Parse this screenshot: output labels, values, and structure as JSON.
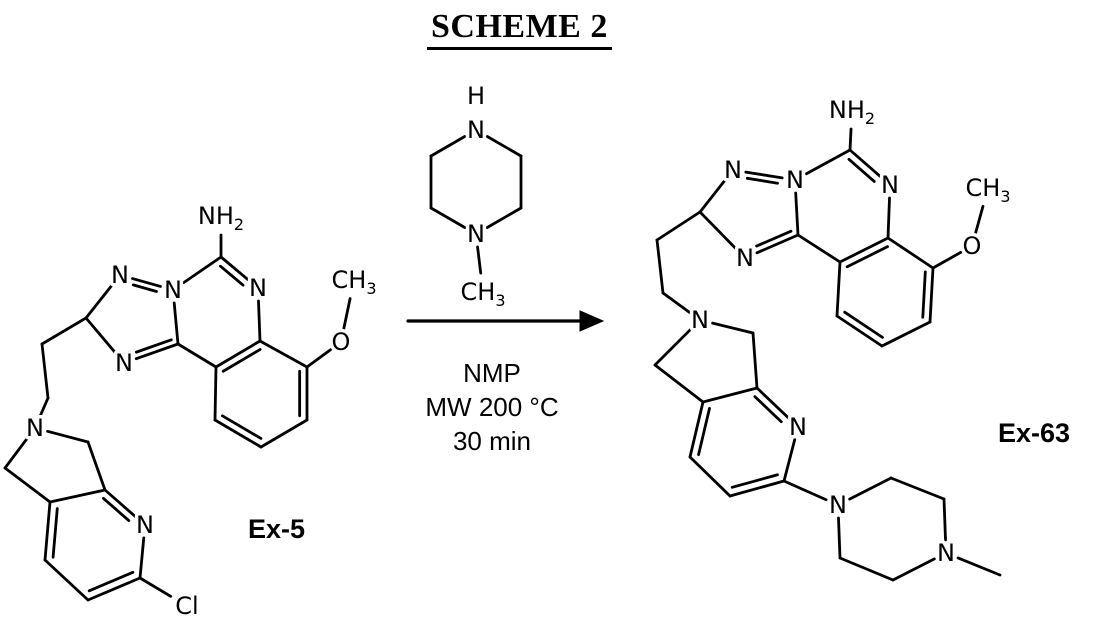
{
  "title": "SCHEME 2",
  "reaction": {
    "conditions": [
      "NMP",
      "MW 200 °C",
      "30 min"
    ]
  },
  "compounds": {
    "left": {
      "label": "Ex-5"
    },
    "right": {
      "label": "Ex-63"
    }
  },
  "labels": {
    "N": {
      "main": "N"
    },
    "O": {
      "main": "O"
    },
    "H": {
      "main": "H"
    },
    "Cl": {
      "main": "Cl"
    },
    "NH2": {
      "main": "NH",
      "sub": "2"
    },
    "CH3": {
      "main": "CH",
      "sub": "3"
    }
  }
}
